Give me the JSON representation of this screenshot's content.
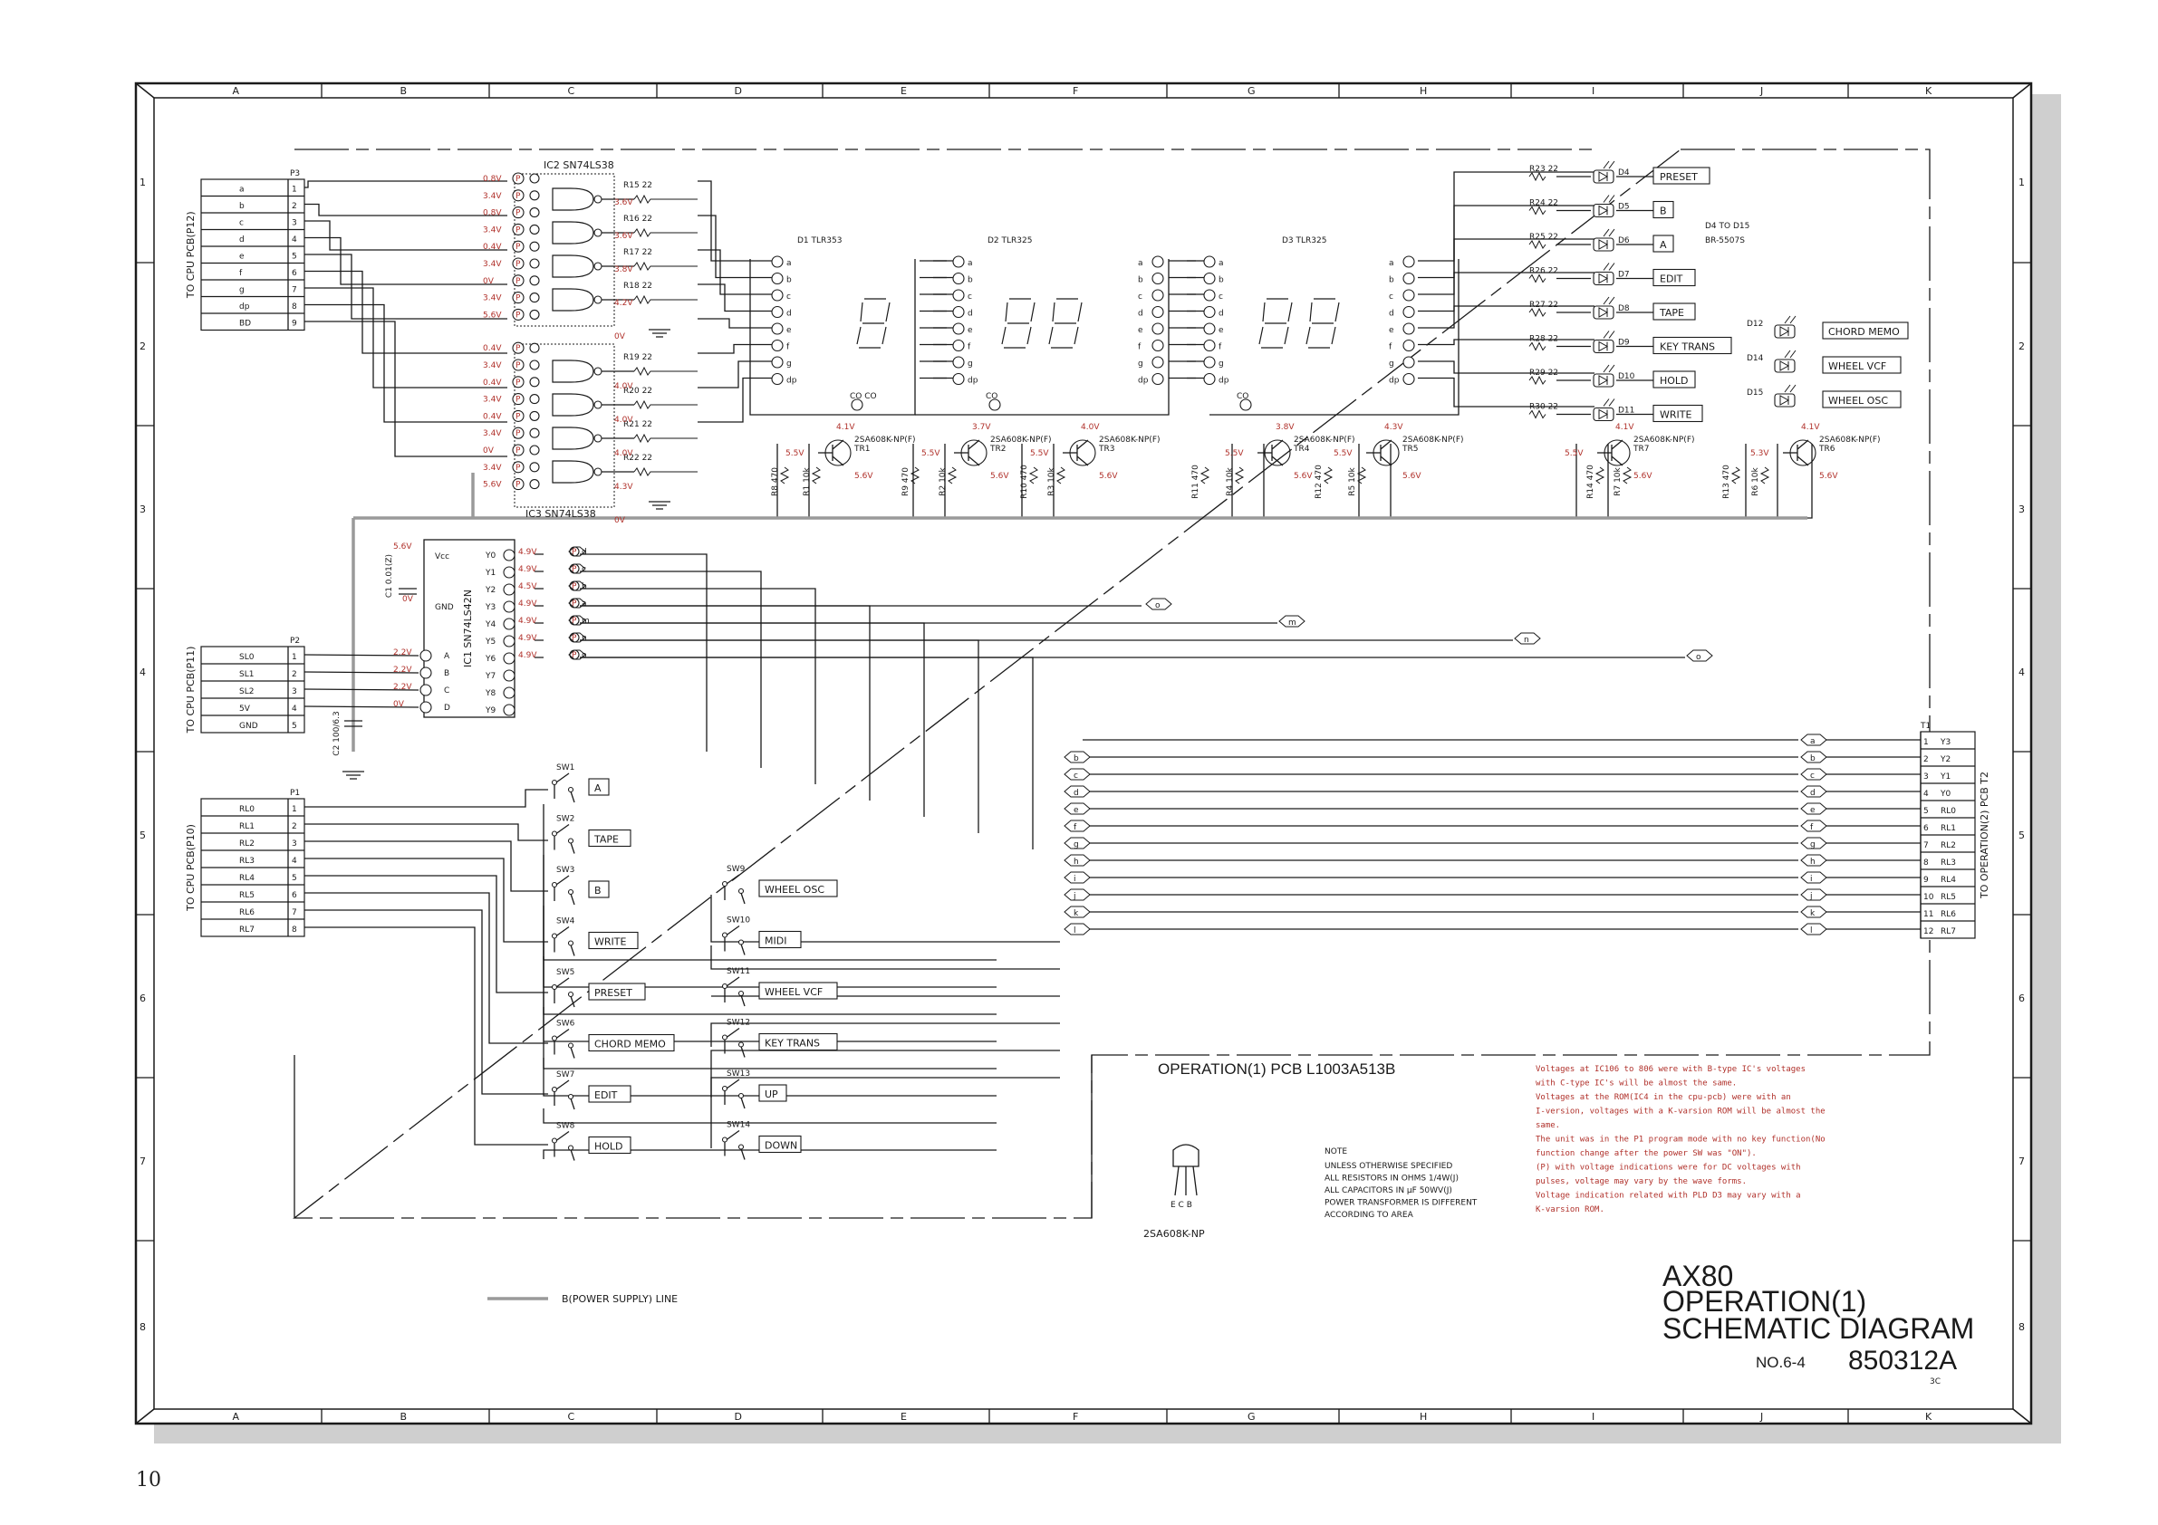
{
  "columns": [
    "A",
    "B",
    "C",
    "D",
    "E",
    "F",
    "G",
    "H",
    "I",
    "J",
    "K"
  ],
  "rows": [
    "1",
    "2",
    "3",
    "4",
    "5",
    "6",
    "7",
    "8"
  ],
  "title": {
    "model": "AX80",
    "line1": "OPERATION(1)",
    "line2": "SCHEMATIC DIAGRAM",
    "number_prefix": "NO.6-4",
    "number": "850312A",
    "sheet": "3C"
  },
  "pcb_label": "OPERATION(1) PCB L1003A513B",
  "power_line_label": "B(POWER SUPPLY) LINE",
  "page_number": "10",
  "connectors": {
    "p3": {
      "name": "P3",
      "side_label": "TO CPU PCB(P12)",
      "signals": [
        "a",
        "b",
        "c",
        "d",
        "e",
        "f",
        "g",
        "dp",
        "BD"
      ],
      "pins": [
        "1",
        "2",
        "3",
        "4",
        "5",
        "6",
        "7",
        "8",
        "9"
      ]
    },
    "p2": {
      "name": "P2",
      "side_label": "TO CPU PCB(P11)",
      "signals": [
        "SL0",
        "SL1",
        "SL2",
        "5V",
        "GND"
      ],
      "pins": [
        "1",
        "2",
        "3",
        "4",
        "5"
      ]
    },
    "p1": {
      "name": "P1",
      "side_label": "TO CPU PCB(P10)",
      "signals": [
        "RL0",
        "RL1",
        "RL2",
        "RL3",
        "RL4",
        "RL5",
        "RL6",
        "RL7"
      ],
      "pins": [
        "1",
        "2",
        "3",
        "4",
        "5",
        "6",
        "7",
        "8"
      ]
    },
    "t1": {
      "name": "T1",
      "side_label": "TO OPERATION(2) PCB T2",
      "signals": [
        "Y3",
        "Y2",
        "Y1",
        "Y0",
        "RL0",
        "RL1",
        "RL2",
        "RL3",
        "RL4",
        "RL5",
        "RL6",
        "RL7"
      ],
      "pins": [
        "1",
        "2",
        "3",
        "4",
        "5",
        "6",
        "7",
        "8",
        "9",
        "10",
        "11",
        "12"
      ]
    }
  },
  "ics": {
    "ic2": "IC2 SN74LS38",
    "ic3": "IC3 SN74LS38",
    "ic1": "IC1 SN74LS42N",
    "ic1_outputs": [
      "Y0",
      "Y1",
      "Y2",
      "Y3",
      "Y4",
      "Y5",
      "Y6",
      "Y7",
      "Y8",
      "Y9"
    ],
    "ic1_inputs": [
      "A",
      "B",
      "C",
      "D"
    ],
    "ic1_vcc": "Vcc",
    "ic1_gnd": "GND"
  },
  "ic1_output_voltages": [
    "4.9V",
    "4.9V",
    "4.5V",
    "4.9V",
    "4.9V",
    "4.9V",
    "4.9V"
  ],
  "ic1_output_nets": [
    "d",
    "c",
    "b",
    "a",
    "m",
    "n",
    "o"
  ],
  "ic1_input_voltages": [
    "2.2V",
    "2.2V",
    "2.2V",
    "0V"
  ],
  "ic1_supply_voltages": [
    "5.6V",
    "0V"
  ],
  "cap_c1": "C1 0.01(Z)",
  "cap_c2": "C2 100/6.3",
  "gate_voltages": [
    "0.8V",
    "3.4V",
    "0.8V",
    "3.4V",
    "0.4V",
    "3.4V",
    "0V",
    "3.4V",
    "5.6V",
    "0.4V",
    "3.4V",
    "0.4V",
    "3.4V",
    "0.4V",
    "3.4V",
    "0V",
    "3.4V",
    "5.6V"
  ],
  "gate_resistors": [
    "R15 22",
    "R16 22",
    "R17 22",
    "R18 22",
    "R19 22",
    "R20 22",
    "R21 22",
    "R22 22"
  ],
  "gate_out_voltages": [
    "3.6V",
    "3.6V",
    "3.8V",
    "4.2V",
    "0V",
    "4.0V",
    "4.0V",
    "4.0V",
    "4.3V",
    "0V"
  ],
  "displays": [
    {
      "name": "D1 TLR353",
      "pins_left": [
        "a",
        "b",
        "c",
        "d",
        "e",
        "f",
        "g",
        "dp"
      ],
      "common": "CO CO"
    },
    {
      "name": "D2 TLR325",
      "pins_left": [
        "a",
        "b",
        "c",
        "d",
        "e",
        "f",
        "g",
        "dp"
      ],
      "pins_right": [
        "a",
        "b",
        "c",
        "d",
        "e",
        "f",
        "g",
        "dp"
      ],
      "common": "CO"
    },
    {
      "name": "D3 TLR325",
      "pins_left": [
        "a",
        "b",
        "c",
        "d",
        "e",
        "f",
        "g",
        "dp"
      ],
      "pins_right": [
        "a",
        "b",
        "c",
        "d",
        "e",
        "f",
        "g",
        "dp"
      ],
      "common": "CO"
    }
  ],
  "transistors": [
    {
      "name": "TR1",
      "part": "2SA608K-NP(F)",
      "vb": "5.5V",
      "ve": "4.1V",
      "vc": "5.6V"
    },
    {
      "name": "TR2",
      "part": "2SA608K-NP(F)",
      "vb": "5.5V",
      "ve": "3.7V",
      "vc": "5.6V"
    },
    {
      "name": "TR3",
      "part": "2SA608K-NP(F)",
      "vb": "5.5V",
      "ve": "4.0V",
      "vc": "5.6V"
    },
    {
      "name": "TR4",
      "part": "2SA608K-NP(F)",
      "vb": "5.5V",
      "ve": "3.8V",
      "vc": "5.6V"
    },
    {
      "name": "TR5",
      "part": "2SA608K-NP(F)",
      "vb": "5.5V",
      "ve": "4.3V",
      "vc": "5.6V"
    },
    {
      "name": "TR7",
      "part": "2SA608K-NP(F)",
      "vb": "5.5V",
      "ve": "4.1V",
      "vc": "5.6V"
    },
    {
      "name": "TR6",
      "part": "2SA608K-NP(F)",
      "vb": "5.3V",
      "ve": "4.1V",
      "vc": "5.6V"
    }
  ],
  "base_resistors": [
    "R8 470",
    "R1 10k",
    "R9 470",
    "R2 10k",
    "R10 470",
    "R3 10k",
    "R11 470",
    "R4 10k",
    "R12 470",
    "R5 10k",
    "R14 470",
    "R7 10k",
    "R13 470",
    "R6 10k"
  ],
  "leds": [
    {
      "ref": "D4",
      "r": "R23 22",
      "label": "PRESET"
    },
    {
      "ref": "D5",
      "r": "R24 22",
      "label": "B"
    },
    {
      "ref": "D6",
      "r": "R25 22",
      "label": "A"
    },
    {
      "ref": "D7",
      "r": "R26 22",
      "label": "EDIT"
    },
    {
      "ref": "D8",
      "r": "R27 22",
      "label": "TAPE"
    },
    {
      "ref": "D9",
      "r": "R28 22",
      "label": "KEY TRANS"
    },
    {
      "ref": "D10",
      "r": "R29 22",
      "label": "HOLD"
    },
    {
      "ref": "D11",
      "r": "R30 22",
      "label": "WRITE"
    }
  ],
  "leds_right": [
    {
      "ref": "D12",
      "label": "CHORD MEMO"
    },
    {
      "ref": "D14",
      "label": "WHEEL VCF"
    },
    {
      "ref": "D15",
      "label": "WHEEL OSC"
    }
  ],
  "led_note": "D4 TO D15 BR-5507S",
  "switches_left": [
    {
      "ref": "SW1",
      "label": "A"
    },
    {
      "ref": "SW2",
      "label": "TAPE"
    },
    {
      "ref": "SW3",
      "label": "B"
    },
    {
      "ref": "SW4",
      "label": "WRITE"
    },
    {
      "ref": "SW5",
      "label": "PRESET"
    },
    {
      "ref": "SW6",
      "label": "CHORD MEMO"
    },
    {
      "ref": "SW7",
      "label": "EDIT"
    },
    {
      "ref": "SW8",
      "label": "HOLD"
    }
  ],
  "switches_right": [
    {
      "ref": "SW9",
      "label": "WHEEL OSC"
    },
    {
      "ref": "SW10",
      "label": "MIDI"
    },
    {
      "ref": "SW11",
      "label": "WHEEL VCF"
    },
    {
      "ref": "SW12",
      "label": "KEY TRANS"
    },
    {
      "ref": "SW13",
      "label": "UP"
    },
    {
      "ref": "SW14",
      "label": "DOWN"
    }
  ],
  "bus_nets_mid": [
    "b",
    "c",
    "d",
    "e",
    "f",
    "g",
    "h",
    "i",
    "j",
    "k",
    "l"
  ],
  "bus_nets_right": [
    "a",
    "b",
    "c",
    "d",
    "e",
    "f",
    "g",
    "h",
    "i",
    "j",
    "k",
    "l"
  ],
  "scan_nets": [
    "o",
    "m",
    "n",
    "o"
  ],
  "note": {
    "heading": "NOTE",
    "lines": [
      "UNLESS OTHERWISE SPECIFIED",
      "ALL RESISTORS IN OHMS 1/4W(J)",
      "ALL CAPACITORS IN μF 50WV(J)",
      "POWER TRANSFORMER IS DIFFERENT",
      "ACCORDING TO AREA"
    ]
  },
  "transistor_pinout": {
    "pins": "E C B",
    "part": "2SA608K-NP"
  },
  "red_notes": [
    "Voltages at IC106 to 806 were with B-type IC's voltages",
    "with C-type IC's will be almost the same.",
    "Voltages at the ROM(IC4 in the cpu-pcb) were with an",
    "I-version, voltages with a K-varsion ROM will be almost the",
    "same.",
    "The unit was in the P1 program mode with no key function(No",
    "function change after the power SW was \"ON\").",
    "(P) with voltage indications were for DC voltages with",
    "pulses, voltage may vary by the wave forms.",
    "Voltage indication related with PLD D3 may vary with a",
    "K-varsion ROM."
  ],
  "colors": {
    "ink": "#1a1a1a",
    "red": "#b0302a",
    "power_line": "#9a9a9a",
    "frame_shadow": "#c8c8c8"
  }
}
